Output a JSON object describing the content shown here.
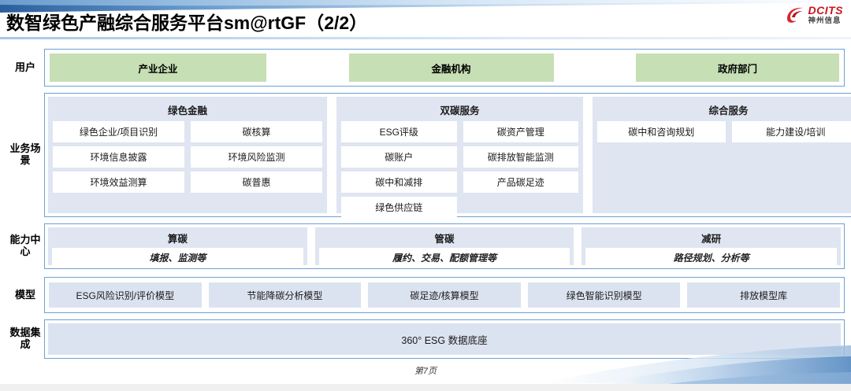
{
  "header": {
    "title": "数智绿色产融综合服务平台sm@rtGF（2/2）",
    "logo_en": "DCITS",
    "logo_cn": "神州信息",
    "logo_icon": "dcits-swoosh-logo",
    "brand_red": "#c8161d",
    "rule_color": "#a8c6e8"
  },
  "theme": {
    "border_blue": "#6fa0d4",
    "panel_blue": "#dfe5f1",
    "cell_blue": "#dce3f0",
    "user_green": "#c6dfb4"
  },
  "rows": {
    "user": {
      "label": "用户",
      "items": [
        {
          "label": "产业企业"
        },
        {
          "label": "金融机构"
        },
        {
          "label": "政府部门"
        }
      ]
    },
    "business": {
      "label": "业务场景",
      "groups": [
        {
          "title": "绿色金融",
          "items": [
            "绿色企业/项目识别",
            "碳核算",
            "环境信息披露",
            "环境风险监测",
            "环境效益测算",
            "碳普惠"
          ]
        },
        {
          "title": "双碳服务",
          "items": [
            "ESG评级",
            "碳资产管理",
            "碳账户",
            "碳排放智能监测",
            "碳中和减排",
            "产品碳足迹",
            "绿色供应链"
          ]
        },
        {
          "title": "综合服务",
          "items": [
            "碳中和咨询规划",
            "能力建设/培训"
          ]
        }
      ]
    },
    "capability": {
      "label": "能力中心",
      "groups": [
        {
          "title": "算碳",
          "subtitle": "填报、监测等"
        },
        {
          "title": "管碳",
          "subtitle": "履约、交易、配额管理等"
        },
        {
          "title": "减研",
          "subtitle": "路径规划、分析等"
        }
      ]
    },
    "model": {
      "label": "模型",
      "items": [
        "ESG风险识别/评价模型",
        "节能降碳分析模型",
        "碳足迹/核算模型",
        "绿色智能识别模型",
        "排放模型库"
      ]
    },
    "data": {
      "label": "数据集成",
      "items": [
        "360° ESG 数据底座"
      ]
    }
  },
  "footer": {
    "page": "第7页"
  }
}
